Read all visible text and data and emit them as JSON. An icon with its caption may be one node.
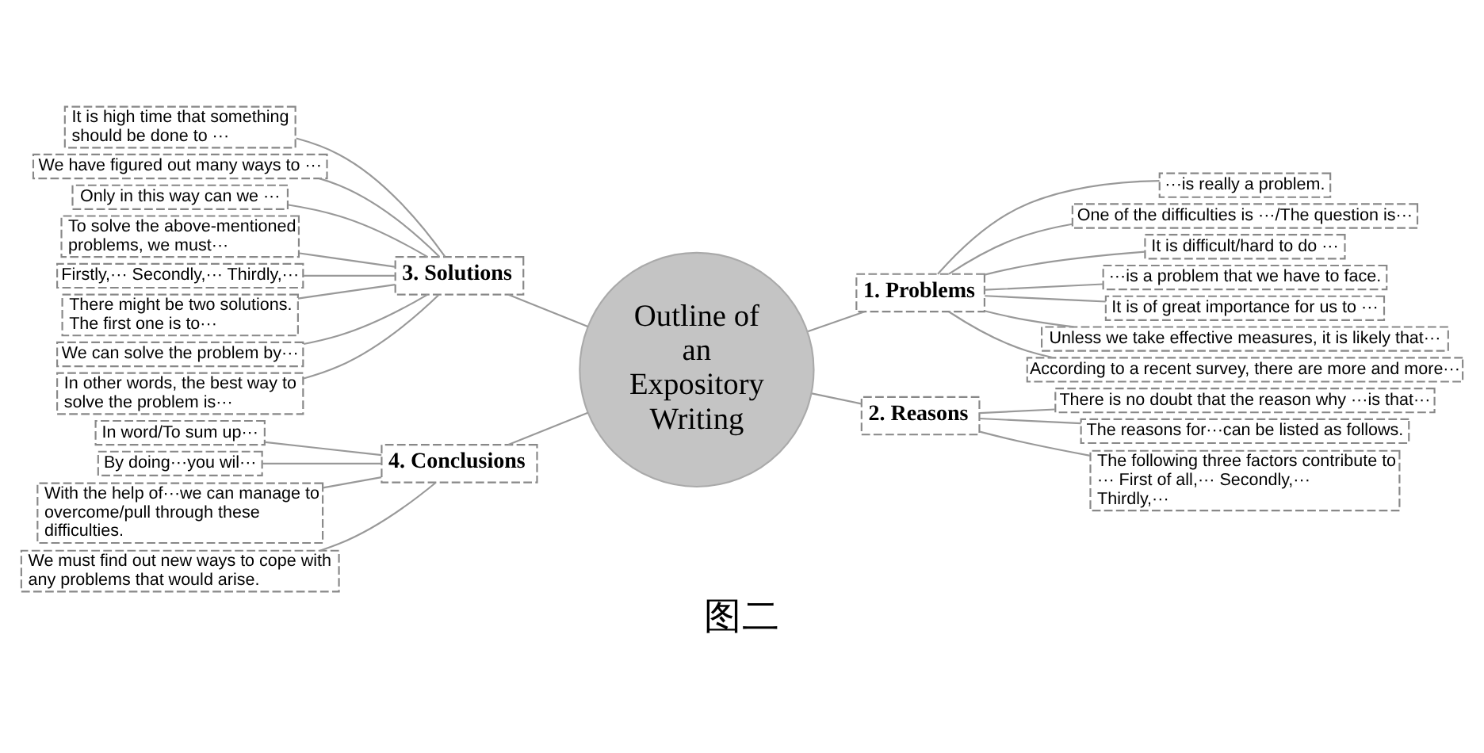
{
  "diagram": {
    "caption": "图二",
    "nodes": [
      {
        "text": [
          "Outline of an Expository Writing"
        ]
      },
      {
        "text": [
          "3. Solutions"
        ]
      },
      {
        "text": [
          "It is high time that something should be done to ···"
        ]
      },
      {
        "text": [
          "We have figured out many ways to ···"
        ]
      },
      {
        "text": [
          "Only in this way can we ···"
        ]
      },
      {
        "text": [
          "To solve the above-mentioned problems, we must···"
        ]
      },
      {
        "text": [
          "Firstly,··· Secondly,··· Thirdly,···"
        ]
      },
      {
        "text": [
          "There might be two solutions. The first one is to···"
        ]
      },
      {
        "text": [
          "We can solve the problem by···"
        ]
      },
      {
        "text": [
          "In other words, the best way to solve the problem is···"
        ]
      },
      {
        "text": [
          "4. Conclusions"
        ]
      },
      {
        "text": [
          "In word/To sum up···"
        ]
      },
      {
        "text": [
          "By doing···you wil···"
        ]
      },
      {
        "text": [
          "With the help of···we can manage to overcome/pull through these difficulties."
        ]
      },
      {
        "text": [
          "We must find out new ways to cope with any problems that would arise."
        ]
      },
      {
        "text": [
          "1. Problems"
        ]
      },
      {
        "text": [
          "···is really a problem."
        ]
      },
      {
        "text": [
          "One of the difficulties is ···/The question is···"
        ]
      },
      {
        "text": [
          "It is difficult/hard to do ···"
        ]
      },
      {
        "text": [
          "···is a problem that we have to face."
        ]
      },
      {
        "text": [
          "It is of great importance for us to ···"
        ]
      },
      {
        "text": [
          "Unless we take effective measures, it is likely that···"
        ]
      },
      {
        "text": [
          "According to a recent survey, there are more and more···"
        ]
      },
      {
        "text": [
          "2. Reasons"
        ]
      },
      {
        "text": [
          "There is no doubt that the reason why ···is that···"
        ]
      },
      {
        "text": [
          "The reasons for···can be listed as follows."
        ]
      },
      {
        "text": [
          "The following three factors contribute to ··· First of all,··· Secondly,··· Thirdly,···"
        ]
      }
    ],
    "edges": [
      {
        "from": 0,
        "to": 1,
        "arrow": "none"
      },
      {
        "from": 1,
        "to": 2,
        "arrow": "none"
      },
      {
        "from": 1,
        "to": 3,
        "arrow": "none"
      },
      {
        "from": 1,
        "to": 4,
        "arrow": "none"
      },
      {
        "from": 1,
        "to": 5,
        "arrow": "none"
      },
      {
        "from": 1,
        "to": 6,
        "arrow": "none"
      },
      {
        "from": 1,
        "to": 7,
        "arrow": "none"
      },
      {
        "from": 1,
        "to": 8,
        "arrow": "none"
      },
      {
        "from": 1,
        "to": 9,
        "arrow": "none"
      },
      {
        "from": 0,
        "to": 10,
        "arrow": "none"
      },
      {
        "from": 10,
        "to": 11,
        "arrow": "none"
      },
      {
        "from": 10,
        "to": 12,
        "arrow": "none"
      },
      {
        "from": 10,
        "to": 13,
        "arrow": "none"
      },
      {
        "from": 10,
        "to": 14,
        "arrow": "none"
      },
      {
        "from": 0,
        "to": 15,
        "arrow": "none"
      },
      {
        "from": 15,
        "to": 16,
        "arrow": "none"
      },
      {
        "from": 15,
        "to": 17,
        "arrow": "none"
      },
      {
        "from": 15,
        "to": 18,
        "arrow": "none"
      },
      {
        "from": 15,
        "to": 19,
        "arrow": "none"
      },
      {
        "from": 15,
        "to": 20,
        "arrow": "none"
      },
      {
        "from": 15,
        "to": 21,
        "arrow": "none"
      },
      {
        "from": 15,
        "to": 22,
        "arrow": "none"
      },
      {
        "from": 0,
        "to": 23,
        "arrow": "none"
      },
      {
        "from": 23,
        "to": 24,
        "arrow": "none"
      },
      {
        "from": 23,
        "to": 25,
        "arrow": "none"
      },
      {
        "from": 23,
        "to": 26,
        "arrow": "none"
      }
    ]
  }
}
